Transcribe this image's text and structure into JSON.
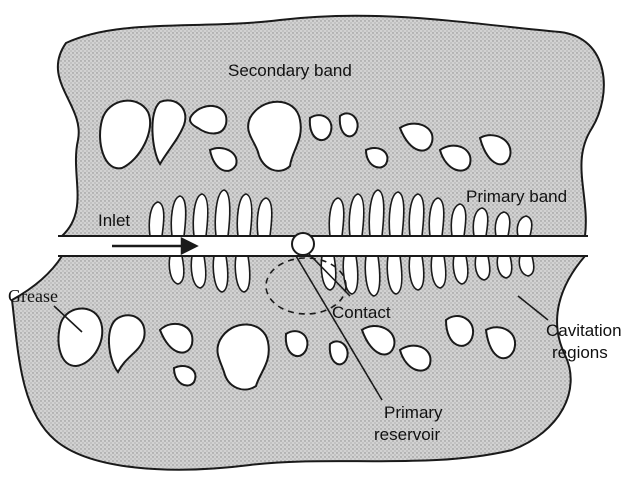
{
  "labels": {
    "secondary_band": "Secondary band",
    "primary_band": "Primary band",
    "inlet": "Inlet",
    "grease": "Grease",
    "contact": "Contact",
    "cavitation_line1": "Cavitation",
    "cavitation_line2": "regions",
    "reservoir_line1": "Primary",
    "reservoir_line2": "reservoir"
  },
  "colors": {
    "grease_fill": "#c9c9c9",
    "outline": "#1a1a1a",
    "background": "#ffffff"
  }
}
